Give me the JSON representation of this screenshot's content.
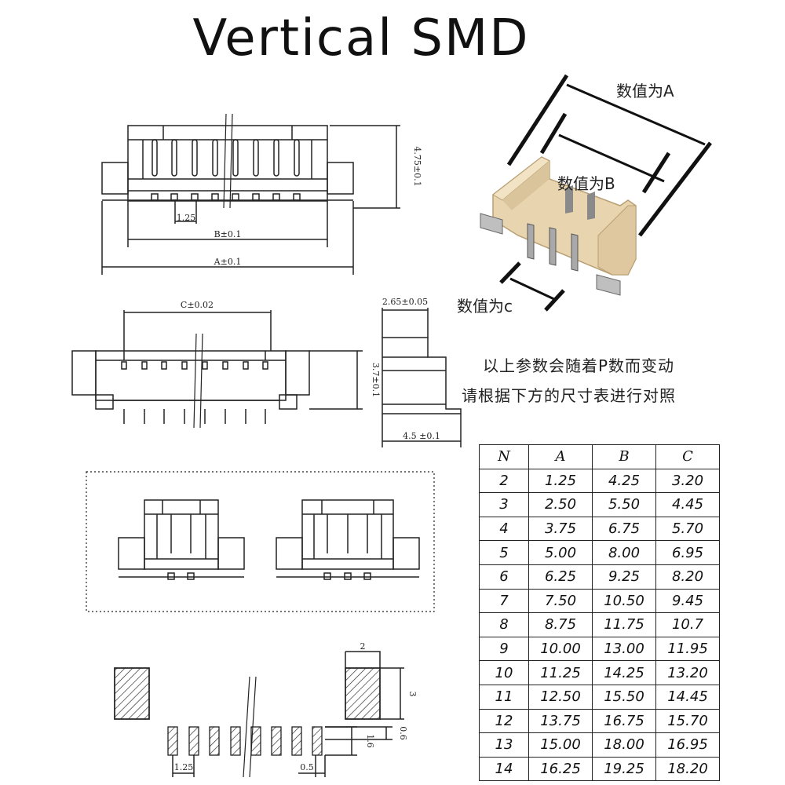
{
  "title": "Vertical SMD",
  "dimensions": {
    "height_top": "4.75±0.1",
    "pitch_top": "1.25",
    "b_dim": "B±0.1",
    "a_dim": "A±0.1",
    "c_dim": "C±0.02",
    "height_front": "3.7±0.1",
    "side_top": "2.65±0.05",
    "side_bottom": "4.5 ±0.1",
    "pad_width": "2",
    "pad_height": "3",
    "pin_height": "1.6",
    "pin_offset": "0.6",
    "pitch_bottom": "1.25",
    "pin_width": "0.5"
  },
  "photo_labels": {
    "a": "数值为A",
    "b": "数值为B",
    "c": "数值为c"
  },
  "notes": {
    "line1": "以上参数会随着P数而变动",
    "line2": "请根据下方的尺寸表进行对照"
  },
  "table": {
    "headers": [
      "N",
      "A",
      "B",
      "C"
    ],
    "rows": [
      [
        "2",
        "1.25",
        "4.25",
        "3.20"
      ],
      [
        "3",
        "2.50",
        "5.50",
        "4.45"
      ],
      [
        "4",
        "3.75",
        "6.75",
        "5.70"
      ],
      [
        "5",
        "5.00",
        "8.00",
        "6.95"
      ],
      [
        "6",
        "6.25",
        "9.25",
        "8.20"
      ],
      [
        "7",
        "7.50",
        "10.50",
        "9.45"
      ],
      [
        "8",
        "8.75",
        "11.75",
        "10.7"
      ],
      [
        "9",
        "10.00",
        "13.00",
        "11.95"
      ],
      [
        "10",
        "11.25",
        "14.25",
        "13.20"
      ],
      [
        "11",
        "12.50",
        "15.50",
        "14.45"
      ],
      [
        "12",
        "13.75",
        "16.75",
        "15.70"
      ],
      [
        "13",
        "15.00",
        "18.00",
        "16.95"
      ],
      [
        "14",
        "16.25",
        "19.25",
        "18.20"
      ]
    ]
  }
}
